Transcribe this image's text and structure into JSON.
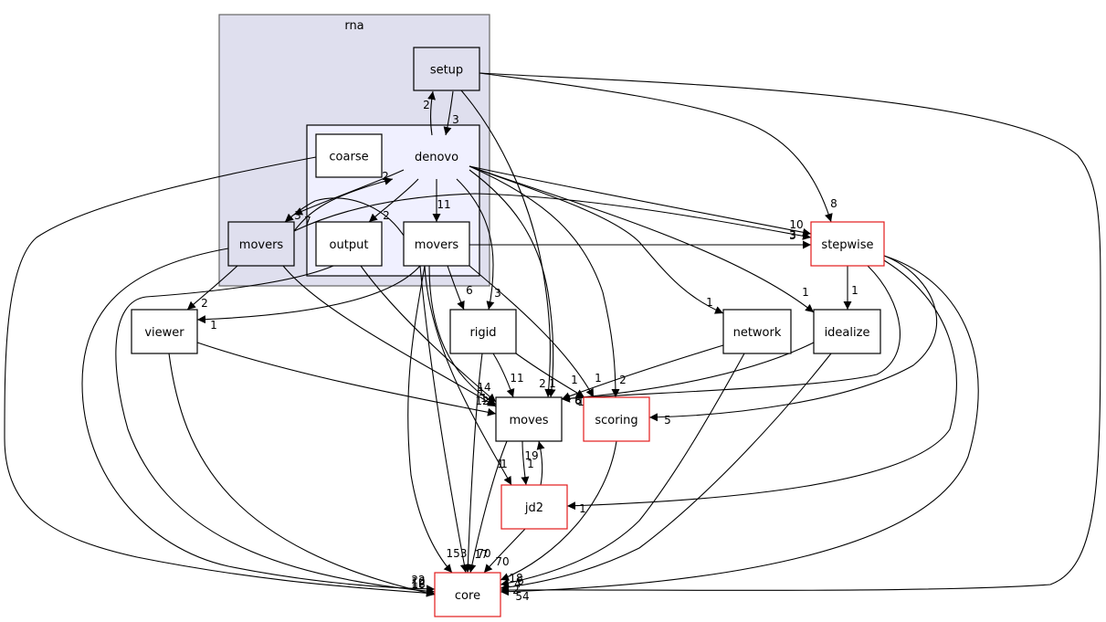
{
  "clusters": [
    {
      "id": "cl-rna",
      "label": "rna",
      "fill": "#dfdfee",
      "stroke": "#666666"
    },
    {
      "id": "cl-denovo",
      "label": "denovo",
      "fill": "#f0f0ff",
      "stroke": "#000000"
    }
  ],
  "nodes": [
    {
      "id": "setup",
      "label": "setup",
      "fill": "#dfdfee",
      "stroke": "#000000"
    },
    {
      "id": "coarse",
      "label": "coarse",
      "fill": "#ffffff",
      "stroke": "#000000"
    },
    {
      "id": "rna_movers",
      "label": "movers",
      "fill": "#dfdfee",
      "stroke": "#000000"
    },
    {
      "id": "output",
      "label": "output",
      "fill": "#ffffff",
      "stroke": "#000000"
    },
    {
      "id": "denovo_movers",
      "label": "movers",
      "fill": "#ffffff",
      "stroke": "#000000"
    },
    {
      "id": "stepwise",
      "label": "stepwise",
      "fill": "#ffffff",
      "stroke": "#e31a1c"
    },
    {
      "id": "viewer",
      "label": "viewer",
      "fill": "#ffffff",
      "stroke": "#000000"
    },
    {
      "id": "rigid",
      "label": "rigid",
      "fill": "#ffffff",
      "stroke": "#000000"
    },
    {
      "id": "network",
      "label": "network",
      "fill": "#ffffff",
      "stroke": "#000000"
    },
    {
      "id": "idealize",
      "label": "idealize",
      "fill": "#ffffff",
      "stroke": "#000000"
    },
    {
      "id": "moves",
      "label": "moves",
      "fill": "#ffffff",
      "stroke": "#000000"
    },
    {
      "id": "scoring",
      "label": "scoring",
      "fill": "#ffffff",
      "stroke": "#e31a1c"
    },
    {
      "id": "jd2",
      "label": "jd2",
      "fill": "#ffffff",
      "stroke": "#e31a1c"
    },
    {
      "id": "core",
      "label": "core",
      "fill": "#ffffff",
      "stroke": "#e31a1c"
    }
  ],
  "edges": [
    {
      "id": "denovo-setup",
      "from": "denovo",
      "to": "setup",
      "label": "2"
    },
    {
      "id": "setup-denovo",
      "from": "setup",
      "to": "denovo",
      "label": "3"
    },
    {
      "id": "setup-stepwise",
      "from": "setup",
      "to": "stepwise",
      "label": "8"
    },
    {
      "id": "setup-moves",
      "from": "setup",
      "to": "moves",
      "label": "2"
    },
    {
      "id": "setup-core",
      "from": "setup",
      "to": "core",
      "label": "54"
    },
    {
      "id": "coarse-core",
      "from": "coarse",
      "to": "core",
      "label": "10"
    },
    {
      "id": "denovo-rnamovers",
      "from": "denovo",
      "to": "rna_movers",
      "label": "7"
    },
    {
      "id": "denovo-output",
      "from": "denovo",
      "to": "output",
      "label": "2"
    },
    {
      "id": "denovo-denovomovers",
      "from": "denovo",
      "to": "denovo_movers",
      "label": "11"
    },
    {
      "id": "denovo-stepwise",
      "from": "denovo",
      "to": "stepwise",
      "label": "10"
    },
    {
      "id": "denovo-network",
      "from": "denovo",
      "to": "network",
      "label": "1"
    },
    {
      "id": "denovo-idealize",
      "from": "denovo",
      "to": "idealize",
      "label": "1"
    },
    {
      "id": "denovo-scoring",
      "from": "denovo",
      "to": "scoring",
      "label": "2"
    },
    {
      "id": "denovo-moves",
      "from": "denovo",
      "to": "moves",
      "label": "1"
    },
    {
      "id": "denovo-rigid",
      "from": "denovo",
      "to": "rigid",
      "label": "3"
    },
    {
      "id": "denovo-core",
      "from": "denovo",
      "to": "core",
      "label": "153"
    },
    {
      "id": "rnamovers-denovo",
      "from": "rna_movers",
      "to": "denovo",
      "label": "2"
    },
    {
      "id": "rnamovers-viewer",
      "from": "rna_movers",
      "to": "viewer",
      "label": "2"
    },
    {
      "id": "rnamovers-stepwise",
      "from": "rna_movers",
      "to": "stepwise",
      "label": "3"
    },
    {
      "id": "rnamovers-moves",
      "from": "rna_movers",
      "to": "moves",
      "label": "14"
    },
    {
      "id": "rnamovers-core",
      "from": "rna_movers",
      "to": "core",
      "label": "22"
    },
    {
      "id": "output-moves",
      "from": "output",
      "to": "moves",
      "label": "1"
    },
    {
      "id": "output-core",
      "from": "output",
      "to": "core",
      "label": "12"
    },
    {
      "id": "denovomovers-rnamovers",
      "from": "denovo_movers",
      "to": "rna_movers",
      "label": "3"
    },
    {
      "id": "denovomovers-stepwise",
      "from": "denovo_movers",
      "to": "stepwise",
      "label": "3"
    },
    {
      "id": "denovomovers-viewer",
      "from": "denovo_movers",
      "to": "viewer",
      "label": "1"
    },
    {
      "id": "denovomovers-rigid",
      "from": "denovo_movers",
      "to": "rigid",
      "label": "6"
    },
    {
      "id": "denovomovers-moves",
      "from": "denovo_movers",
      "to": "moves",
      "label": "12"
    },
    {
      "id": "denovomovers-scoring",
      "from": "denovo_movers",
      "to": "scoring",
      "label": "1"
    },
    {
      "id": "denovomovers-jd2",
      "from": "denovo_movers",
      "to": "jd2",
      "label": "1"
    },
    {
      "id": "denovomovers-core",
      "from": "denovo_movers",
      "to": "core",
      "label": "70"
    },
    {
      "id": "stepwise-idealize",
      "from": "stepwise",
      "to": "idealize",
      "label": "1"
    },
    {
      "id": "stepwise-moves",
      "from": "stepwise",
      "to": "moves",
      "label": "8"
    },
    {
      "id": "stepwise-scoring",
      "from": "stepwise",
      "to": "scoring",
      "label": "5"
    },
    {
      "id": "stepwise-jd2",
      "from": "stepwise",
      "to": "jd2",
      "label": "1"
    },
    {
      "id": "stepwise-core",
      "from": "stepwise",
      "to": "core",
      "label": "6"
    },
    {
      "id": "viewer-moves",
      "from": "viewer",
      "to": "moves",
      "label": "1"
    },
    {
      "id": "viewer-core",
      "from": "viewer",
      "to": "core",
      "label": "16"
    },
    {
      "id": "rigid-moves",
      "from": "rigid",
      "to": "moves",
      "label": "11"
    },
    {
      "id": "rigid-scoring",
      "from": "rigid",
      "to": "scoring",
      "label": "1"
    },
    {
      "id": "rigid-core",
      "from": "rigid",
      "to": "core",
      "label": "17"
    },
    {
      "id": "network-moves",
      "from": "network",
      "to": "moves",
      "label": "6"
    },
    {
      "id": "network-core",
      "from": "network",
      "to": "core",
      "label": "4"
    },
    {
      "id": "idealize-moves",
      "from": "idealize",
      "to": "moves",
      "label": "1"
    },
    {
      "id": "idealize-core",
      "from": "idealize",
      "to": "core",
      "label": "2"
    },
    {
      "id": "moves-jd2",
      "from": "moves",
      "to": "jd2",
      "label": "1"
    },
    {
      "id": "moves-core",
      "from": "moves",
      "to": "core",
      "label": "1"
    },
    {
      "id": "jd2-moves",
      "from": "jd2",
      "to": "moves",
      "label": "19"
    },
    {
      "id": "jd2-core",
      "from": "jd2",
      "to": "core",
      "label": "70"
    },
    {
      "id": "scoring-core",
      "from": "scoring",
      "to": "core",
      "label": "18"
    }
  ]
}
